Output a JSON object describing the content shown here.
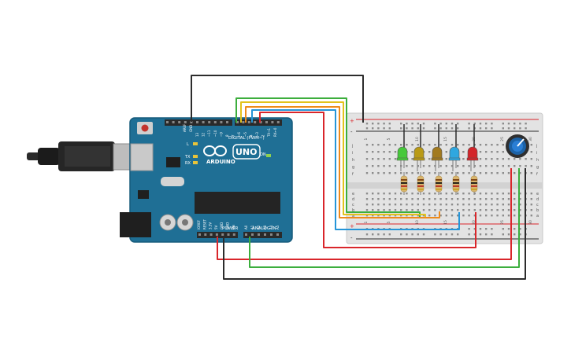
{
  "board": {
    "brand": "ARDUINO",
    "model": "UNO",
    "digital_header_label": "DIGITAL (PWM~)",
    "power_label": "POWER",
    "analog_label": "ANALOG IN",
    "on_label": "ON",
    "led_l_label": "L",
    "tx_label": "TX",
    "rx_label": "RX",
    "aref_label": "AREF",
    "gnd_label": "GND",
    "digital_pins": [
      "13",
      "12",
      "~11",
      "~10",
      "~9",
      "8",
      "7",
      "~6",
      "~5",
      "4",
      "~3",
      "2",
      "TX→1",
      "RX←0"
    ],
    "power_pins": [
      "IOREF",
      "RESET",
      "3.3V",
      "5V",
      "GND",
      "GND",
      "Vin"
    ],
    "analog_pins": [
      "A0",
      "A1",
      "A2",
      "A3",
      "A4",
      "A5"
    ]
  },
  "breadboard": {
    "column_numbers": [
      "1",
      "5",
      "10",
      "15",
      "20",
      "25",
      "30"
    ],
    "row_letters_top": [
      "j",
      "i",
      "h",
      "g",
      "f"
    ],
    "row_letters_bottom": [
      "e",
      "d",
      "c",
      "b",
      "a"
    ],
    "rail_plus": "+",
    "rail_minus": "-"
  },
  "leds": [
    {
      "name": "green",
      "color": "#46c93a"
    },
    {
      "name": "yellow",
      "color": "#b99a16"
    },
    {
      "name": "olive",
      "color": "#a27a1e"
    },
    {
      "name": "blue",
      "color": "#2fa7e0"
    },
    {
      "name": "red",
      "color": "#d3242a"
    }
  ],
  "wire_colors": {
    "black": "#2c2c2c",
    "red": "#d9262b",
    "blue": "#2595d8",
    "green": "#3cae3d",
    "yellow": "#e2c21c",
    "orange": "#ee8a1a"
  }
}
